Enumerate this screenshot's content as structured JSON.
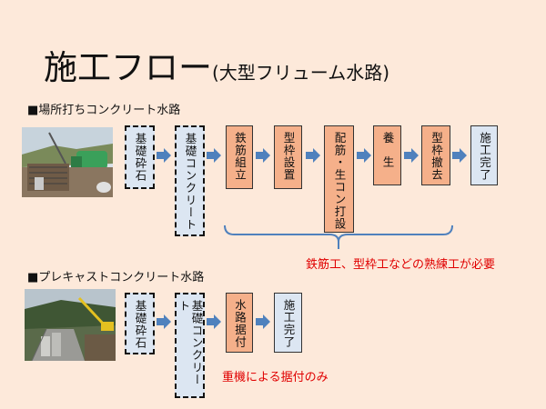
{
  "title": {
    "main": "施工フロー",
    "sub": "(大型フリューム水路)"
  },
  "sections": [
    {
      "heading": "■場所打ちコンクリート水路",
      "steps": [
        {
          "label": "基礎砕石",
          "style": "dashed"
        },
        {
          "label": "基礎コンクリート",
          "style": "dashed"
        },
        {
          "label": "鉄筋組立",
          "style": "orange"
        },
        {
          "label": "型枠設置",
          "style": "orange"
        },
        {
          "label": "配筋・生コン打設",
          "style": "orange"
        },
        {
          "label": "養生",
          "style": "orange"
        },
        {
          "label": "型枠撤去",
          "style": "orange"
        },
        {
          "label": "施工完了",
          "style": "blue"
        }
      ],
      "note": "鉄筋工、型枠工などの熟練工が必要"
    },
    {
      "heading": "■プレキャストコンクリート水路",
      "steps": [
        {
          "label": "基礎砕石",
          "style": "dashed"
        },
        {
          "label": "基礎コンクリート",
          "style": "dashed"
        },
        {
          "label": "水路据付",
          "style": "orange"
        },
        {
          "label": "施工完了",
          "style": "blue"
        }
      ],
      "note": "重機による据付のみ"
    }
  ],
  "colors": {
    "background": "#fde9da",
    "process_orange": "#f5b08a",
    "box_blue": "#dce6f2",
    "arrow_blue": "#4f81bd",
    "note_red": "#e00000"
  }
}
